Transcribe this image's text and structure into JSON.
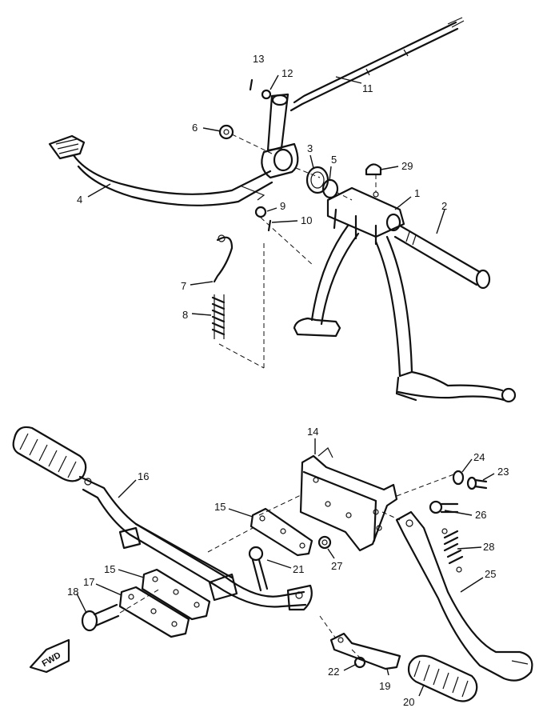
{
  "callouts": [
    {
      "id": "c13",
      "text": "13"
    },
    {
      "id": "c12",
      "text": "12"
    },
    {
      "id": "c11",
      "text": "11"
    },
    {
      "id": "c6",
      "text": "6"
    },
    {
      "id": "c3",
      "text": "3"
    },
    {
      "id": "c5",
      "text": "5"
    },
    {
      "id": "c29",
      "text": "29"
    },
    {
      "id": "c4",
      "text": "4"
    },
    {
      "id": "c1",
      "text": "1"
    },
    {
      "id": "c2",
      "text": "2"
    },
    {
      "id": "c9",
      "text": "9"
    },
    {
      "id": "c10",
      "text": "10"
    },
    {
      "id": "c7",
      "text": "7"
    },
    {
      "id": "c8",
      "text": "8"
    },
    {
      "id": "c14",
      "text": "14"
    },
    {
      "id": "c16",
      "text": "16"
    },
    {
      "id": "c24",
      "text": "24"
    },
    {
      "id": "c23",
      "text": "23"
    },
    {
      "id": "c15a",
      "text": "15"
    },
    {
      "id": "c26",
      "text": "26"
    },
    {
      "id": "c28",
      "text": "28"
    },
    {
      "id": "c27",
      "text": "27"
    },
    {
      "id": "c21",
      "text": "21"
    },
    {
      "id": "c25",
      "text": "25"
    },
    {
      "id": "c15b",
      "text": "15"
    },
    {
      "id": "c17",
      "text": "17"
    },
    {
      "id": "c18",
      "text": "18"
    },
    {
      "id": "c22",
      "text": "22"
    },
    {
      "id": "c19",
      "text": "19"
    },
    {
      "id": "c20",
      "text": "20"
    }
  ],
  "fwd_marker": "FWD"
}
